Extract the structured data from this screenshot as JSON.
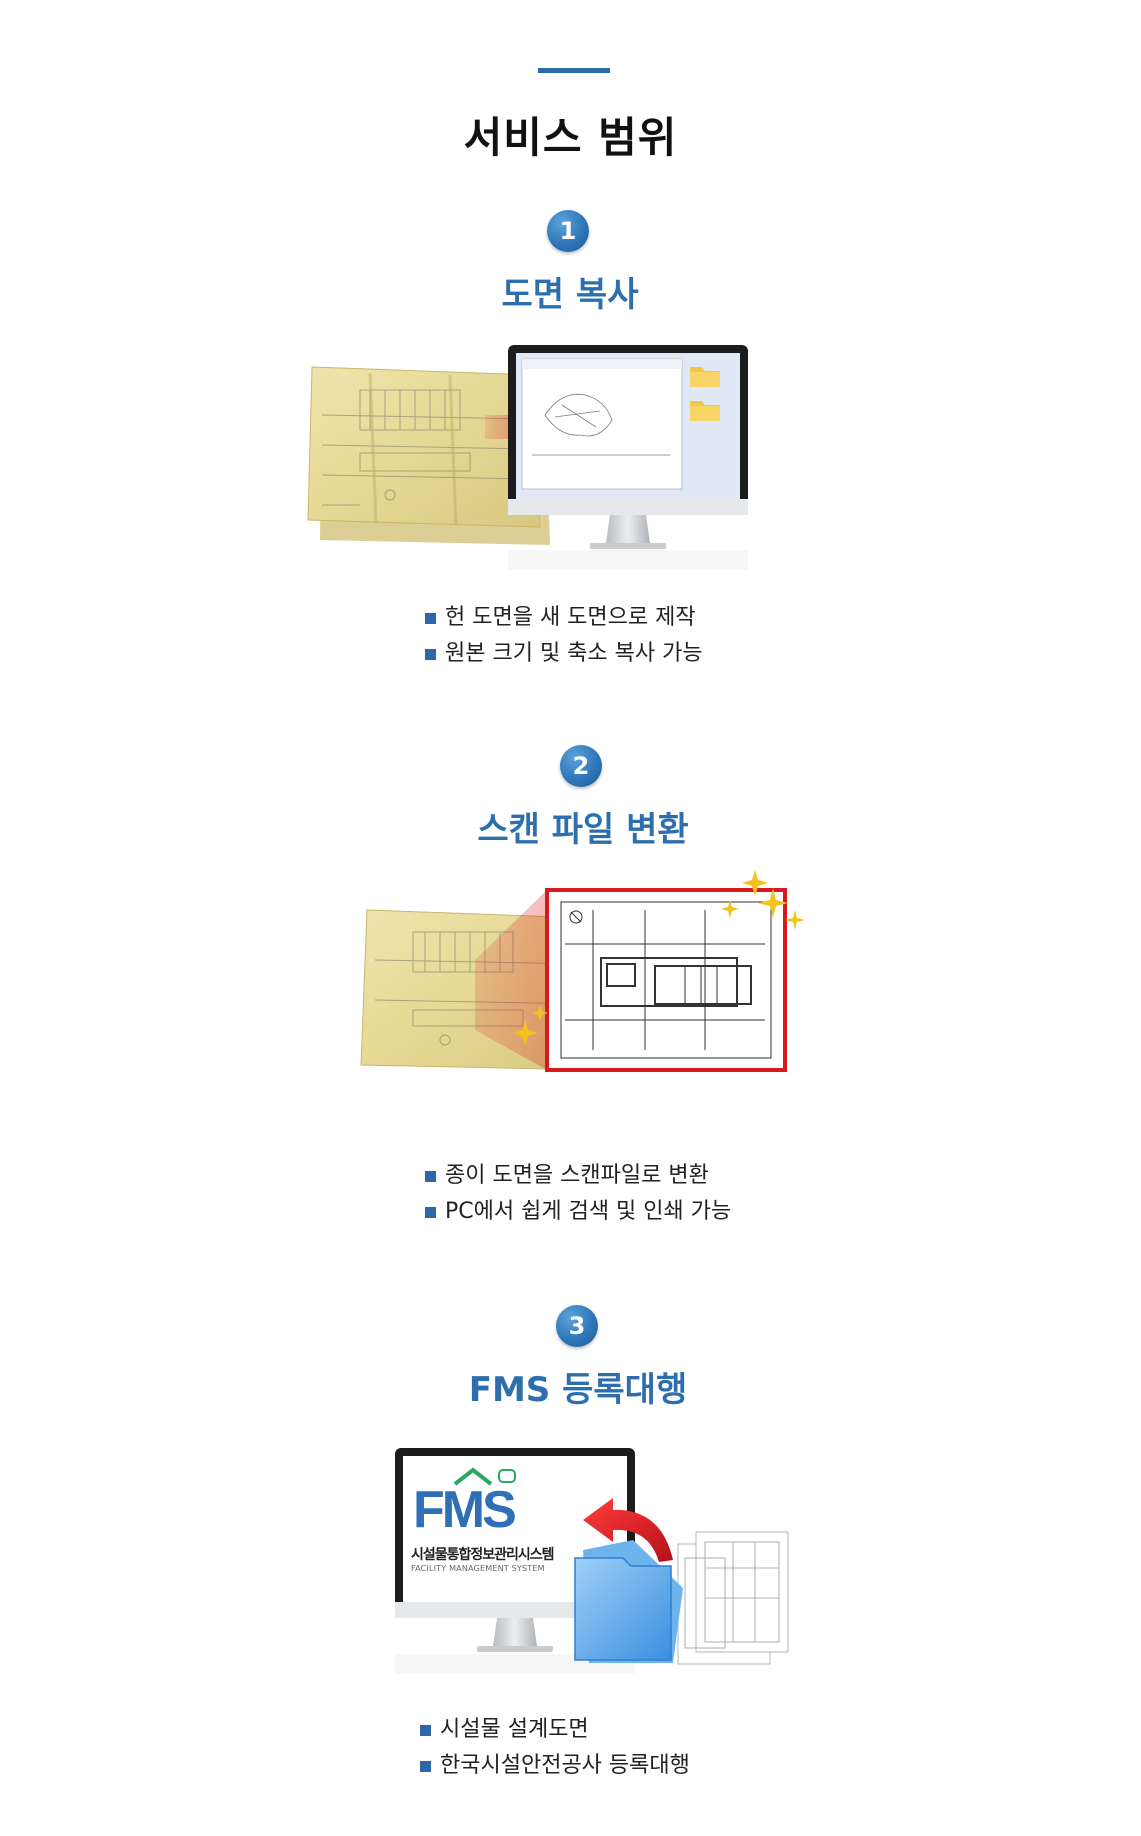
{
  "page": {
    "title": "서비스 범위"
  },
  "sections": [
    {
      "number": "1",
      "title": "도면 복사",
      "bullets": [
        "헌 도면을 새 도면으로 제작",
        "원본 크기 및 축소 복사 가능"
      ]
    },
    {
      "number": "2",
      "title": "스캔 파일 변환",
      "bullets": [
        "종이 도면을 스캔파일로 변환",
        "PC에서 쉽게 검색 및 인쇄 가능"
      ]
    },
    {
      "number": "3",
      "title": "FMS 등록대행",
      "bullets": [
        "시설물 설계도면",
        "한국시설안전공사 등록대행"
      ],
      "fms_logo": {
        "wordmark": "FMS",
        "name": "시설물통합정보관리시스템",
        "subtitle": "FACILITY MANAGEMENT SYSTEM"
      }
    }
  ],
  "colors": {
    "accent": "#2d6fae",
    "bar": "#2b6aa8",
    "bullet": "#2f66a8",
    "arrow": "#d71920"
  },
  "icons": [
    "blueprint-stack-icon",
    "monitor-icon",
    "folder-icon",
    "red-arrow-icon",
    "sparkle-icon",
    "curved-arrow-icon",
    "blue-folder-icon"
  ]
}
